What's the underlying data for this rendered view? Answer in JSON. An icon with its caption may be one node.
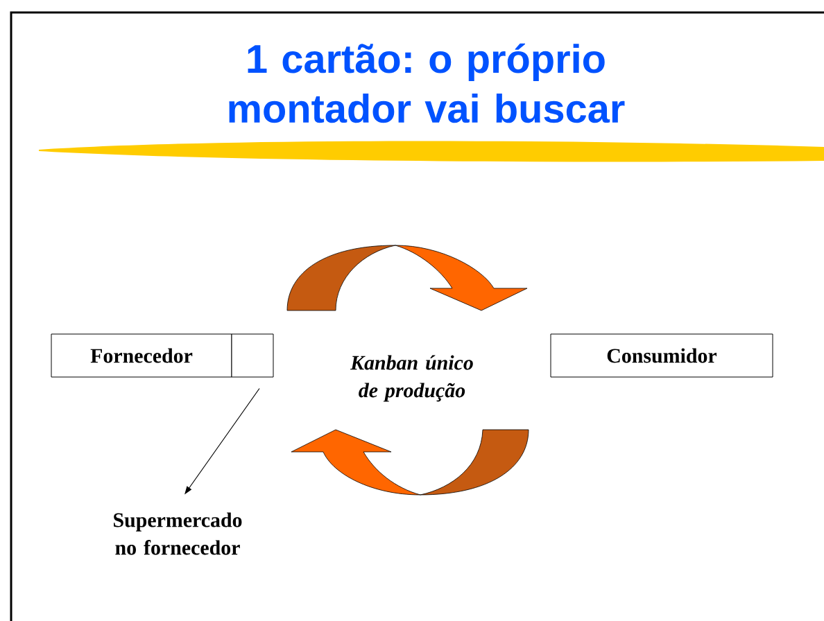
{
  "diagram": {
    "title": "1 cartão: o próprio montador vai buscar",
    "nodes": [
      {
        "text": [
          "Fornecedor"
        ]
      },
      {
        "text": [],
        "shape": "box"
      },
      {
        "text": [
          "Consumidor"
        ]
      },
      {
        "text": [
          "Kanban único de produção"
        ]
      },
      {
        "text": [
          "Supermercado no fornecedor"
        ]
      }
    ],
    "edges": [
      {
        "from": 1,
        "to": 4,
        "arrow": "to"
      }
    ]
  }
}
